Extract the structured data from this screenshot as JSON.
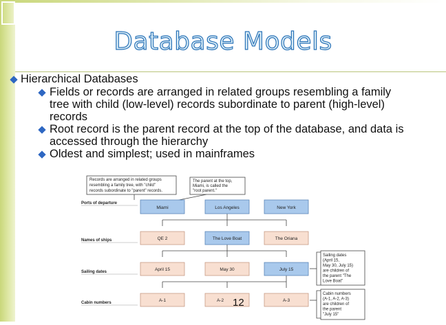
{
  "slide": {
    "title": "Database Models",
    "page_number": "12",
    "accent": "#2e67c2"
  },
  "bullets": [
    {
      "level": 1,
      "text": "Hierarchical Databases"
    },
    {
      "level": 2,
      "lines": [
        "Fields or records are arranged in related groups resembling a family",
        "tree with child (low-level) records subordinate to parent (high-level)",
        "records"
      ]
    },
    {
      "level": 2,
      "lines": [
        "Root record is the parent record at the top of the database, and data is",
        "accessed through the hierarchy"
      ]
    },
    {
      "level": 2,
      "lines": [
        "Oldest and simplest; used in mainframes"
      ]
    }
  ],
  "figure": {
    "callout_left": [
      "Records are arranged in related groups",
      "resembling a family tree, with \"child\"",
      "records subordinate to \"parent\" records."
    ],
    "callout_top": [
      "The parent at the top,",
      "Miami, is called the",
      "\"root parent.\""
    ],
    "rows": [
      "Ports of departure",
      "Names of ships",
      "Sailing dates",
      "Cabin numbers"
    ],
    "ports": [
      "Miami",
      "Los Angeles",
      "New York"
    ],
    "ships": [
      "QE 2",
      "The Love Boat",
      "The Oriana"
    ],
    "dates": [
      "April 15",
      "May 30",
      "July 15"
    ],
    "cabins": [
      "A-1",
      "A-2",
      "A-3"
    ],
    "callout_dates": [
      "Sailing dates",
      "(April 15,",
      "May 30, July 15)",
      "are children of",
      "the parent \"The",
      "Love Boat\""
    ],
    "callout_cabins": [
      "Cabin numbers",
      "(A-1, A-2, A-3)",
      "are children of",
      "the parent",
      "\"July 15\""
    ]
  }
}
